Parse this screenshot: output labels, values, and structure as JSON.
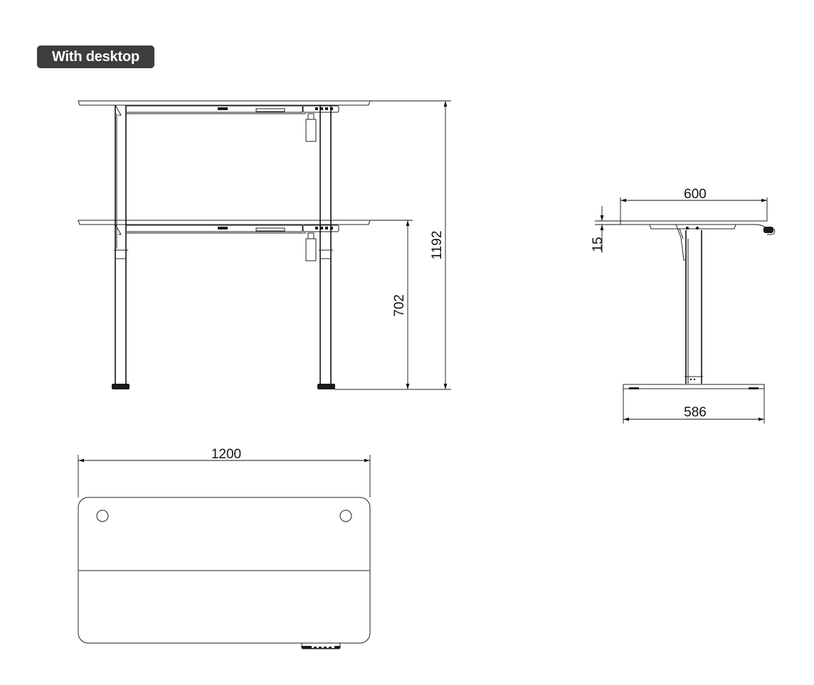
{
  "badge": {
    "label": "With desktop"
  },
  "colors": {
    "badge_bg": "#3d3d3d",
    "badge_text": "#ffffff",
    "line": "#111111"
  },
  "dimensions": {
    "total_height": "1192",
    "min_height": "702",
    "depth": "600",
    "top_thickness": "15",
    "base_width": "586",
    "width": "1200"
  }
}
